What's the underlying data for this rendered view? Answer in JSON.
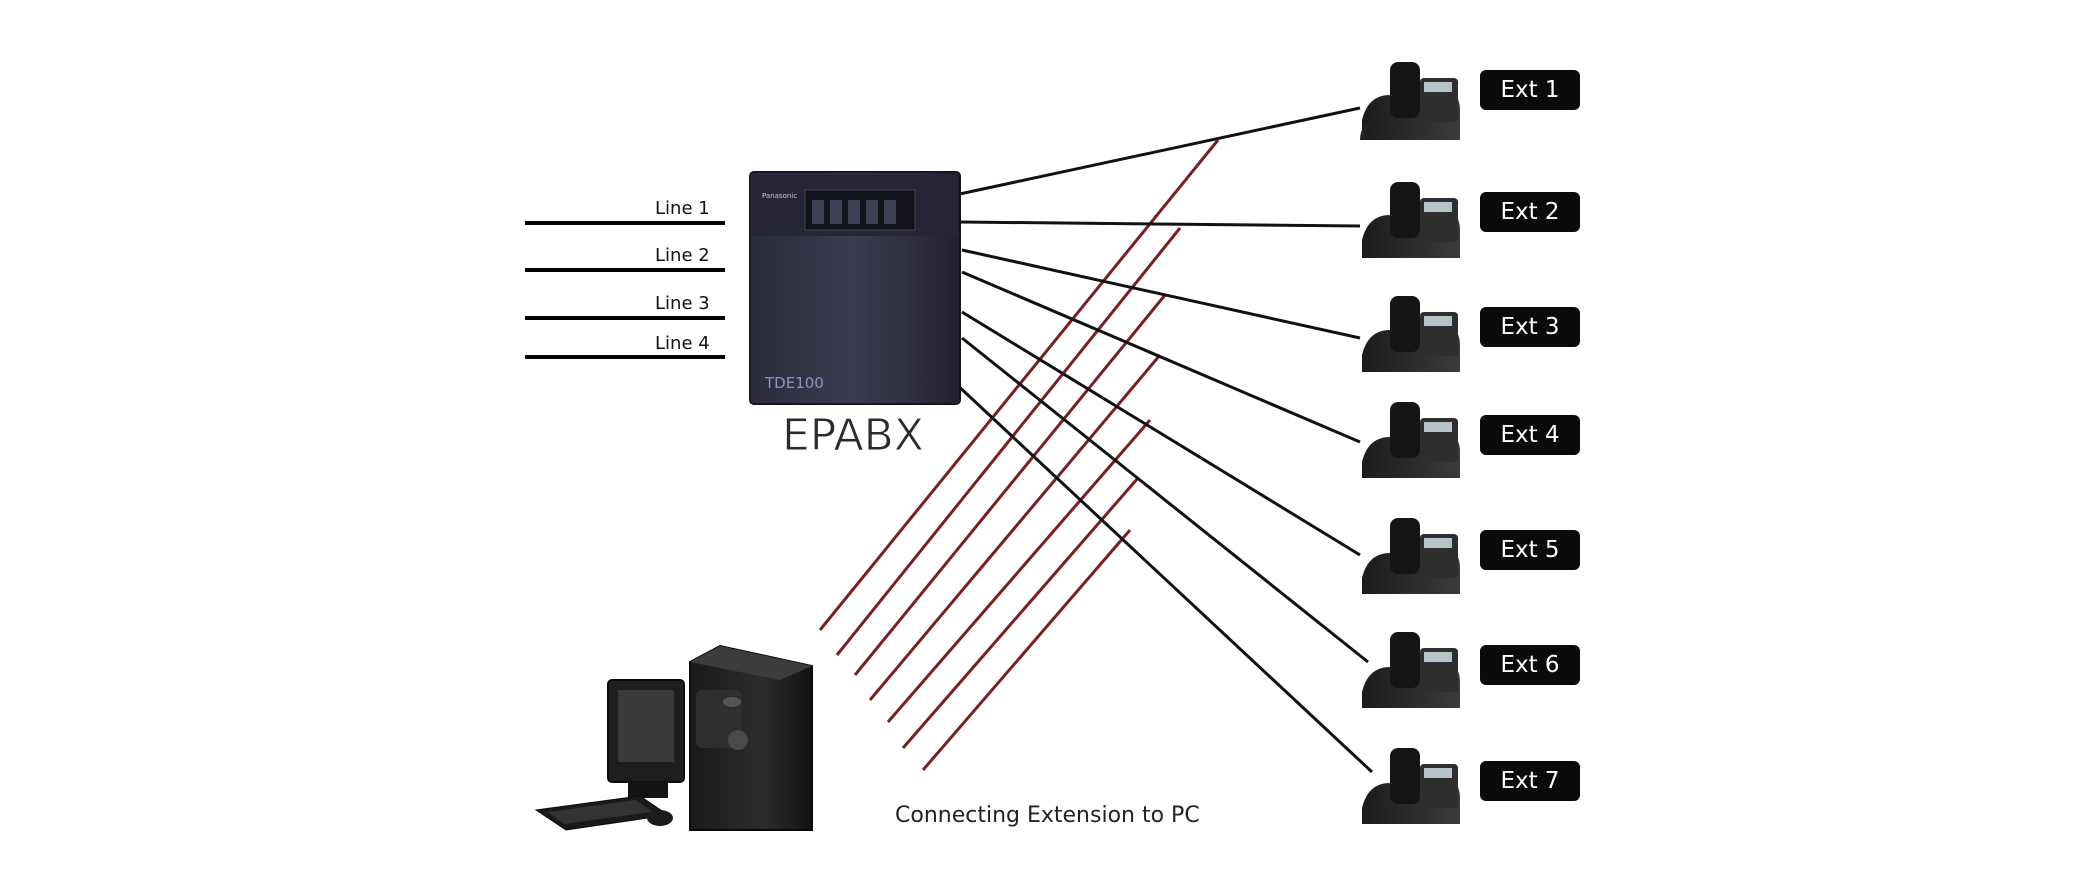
{
  "trunk_lines": [
    {
      "label": "Line 1"
    },
    {
      "label": "Line 2"
    },
    {
      "label": "Line 3"
    },
    {
      "label": "Line 4"
    }
  ],
  "epabx": {
    "label": "EPABX",
    "brand": "Panasonic",
    "model_text": "TDE100"
  },
  "extensions": [
    {
      "label": "Ext 1"
    },
    {
      "label": "Ext 2"
    },
    {
      "label": "Ext 3"
    },
    {
      "label": "Ext 4"
    },
    {
      "label": "Ext 5"
    },
    {
      "label": "Ext 6"
    },
    {
      "label": "Ext 7"
    }
  ],
  "pc": {
    "caption": "Connecting Extension to PC"
  },
  "colors": {
    "extension_wire": "#111111",
    "pc_wire": "#7a1f1f",
    "trunk_wire": "#000000",
    "badge_bg": "#0a0a0a"
  }
}
